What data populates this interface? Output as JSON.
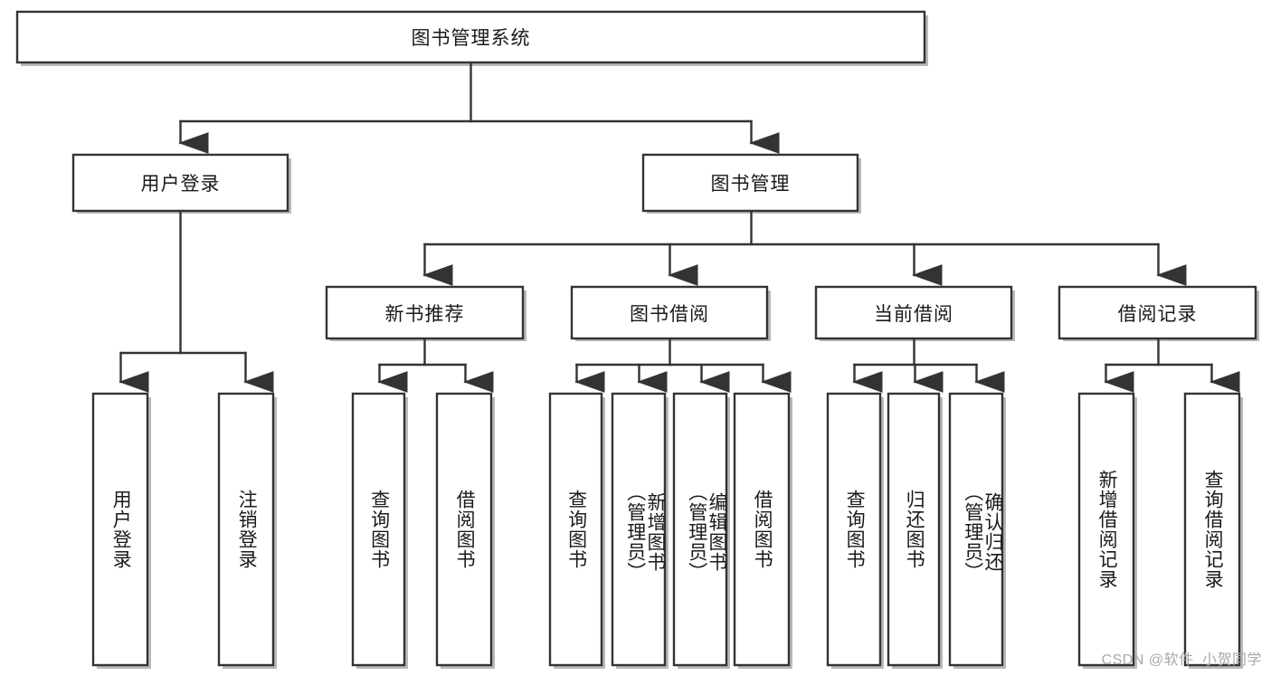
{
  "diagram": {
    "type": "hierarchy-tree",
    "title": "图书管理系统",
    "levels": [
      {
        "level": 1,
        "nodes": [
          {
            "id": "root",
            "label": "图书管理系统",
            "orientation": "horizontal"
          }
        ]
      },
      {
        "level": 2,
        "nodes": [
          {
            "id": "user-login",
            "label": "用户登录",
            "orientation": "horizontal",
            "parent": "root"
          },
          {
            "id": "book-manage",
            "label": "图书管理",
            "orientation": "horizontal",
            "parent": "root"
          }
        ]
      },
      {
        "level": 3,
        "nodes": [
          {
            "id": "new-book-rec",
            "label": "新书推荐",
            "orientation": "horizontal",
            "parent": "book-manage"
          },
          {
            "id": "book-borrow",
            "label": "图书借阅",
            "orientation": "horizontal",
            "parent": "book-manage"
          },
          {
            "id": "current-borrow",
            "label": "当前借阅",
            "orientation": "horizontal",
            "parent": "book-manage"
          },
          {
            "id": "borrow-record",
            "label": "借阅记录",
            "orientation": "horizontal",
            "parent": "book-manage"
          }
        ]
      },
      {
        "level": 4,
        "nodes": [
          {
            "id": "leaf-user-login",
            "label": "用户登录",
            "orientation": "vertical",
            "parent": "user-login"
          },
          {
            "id": "leaf-logout",
            "label": "注销登录",
            "orientation": "vertical",
            "parent": "user-login"
          },
          {
            "id": "leaf-query-book-1",
            "label": "查询图书",
            "orientation": "vertical",
            "parent": "new-book-rec"
          },
          {
            "id": "leaf-borrow-book-1",
            "label": "借阅图书",
            "orientation": "vertical",
            "parent": "new-book-rec"
          },
          {
            "id": "leaf-query-book-2",
            "label": "查询图书",
            "orientation": "vertical",
            "parent": "book-borrow"
          },
          {
            "id": "leaf-add-book",
            "label": "新增图书\n（管理员）",
            "orientation": "vertical",
            "parent": "book-borrow"
          },
          {
            "id": "leaf-edit-book",
            "label": "编辑图书\n（管理员）",
            "orientation": "vertical",
            "parent": "book-borrow"
          },
          {
            "id": "leaf-borrow-book-2",
            "label": "借阅图书",
            "orientation": "vertical",
            "parent": "book-borrow"
          },
          {
            "id": "leaf-query-book-3",
            "label": "查询图书",
            "orientation": "vertical",
            "parent": "current-borrow"
          },
          {
            "id": "leaf-return-book",
            "label": "归还图书",
            "orientation": "vertical",
            "parent": "current-borrow"
          },
          {
            "id": "leaf-confirm-return",
            "label": "确认归还\n（管理员）",
            "orientation": "vertical",
            "parent": "current-borrow"
          },
          {
            "id": "leaf-add-record",
            "label": "新增借阅记录",
            "orientation": "vertical",
            "parent": "borrow-record"
          },
          {
            "id": "leaf-query-record",
            "label": "查询借阅记录",
            "orientation": "vertical",
            "parent": "borrow-record"
          }
        ]
      }
    ],
    "colors": {
      "box_border": "#333333",
      "box_fill": "#ffffff",
      "connector": "#333333",
      "text": "#1a1a1a",
      "watermark": "#a8a8a8"
    }
  },
  "watermark": {
    "text": "CSDN @软件_小贺同学"
  }
}
